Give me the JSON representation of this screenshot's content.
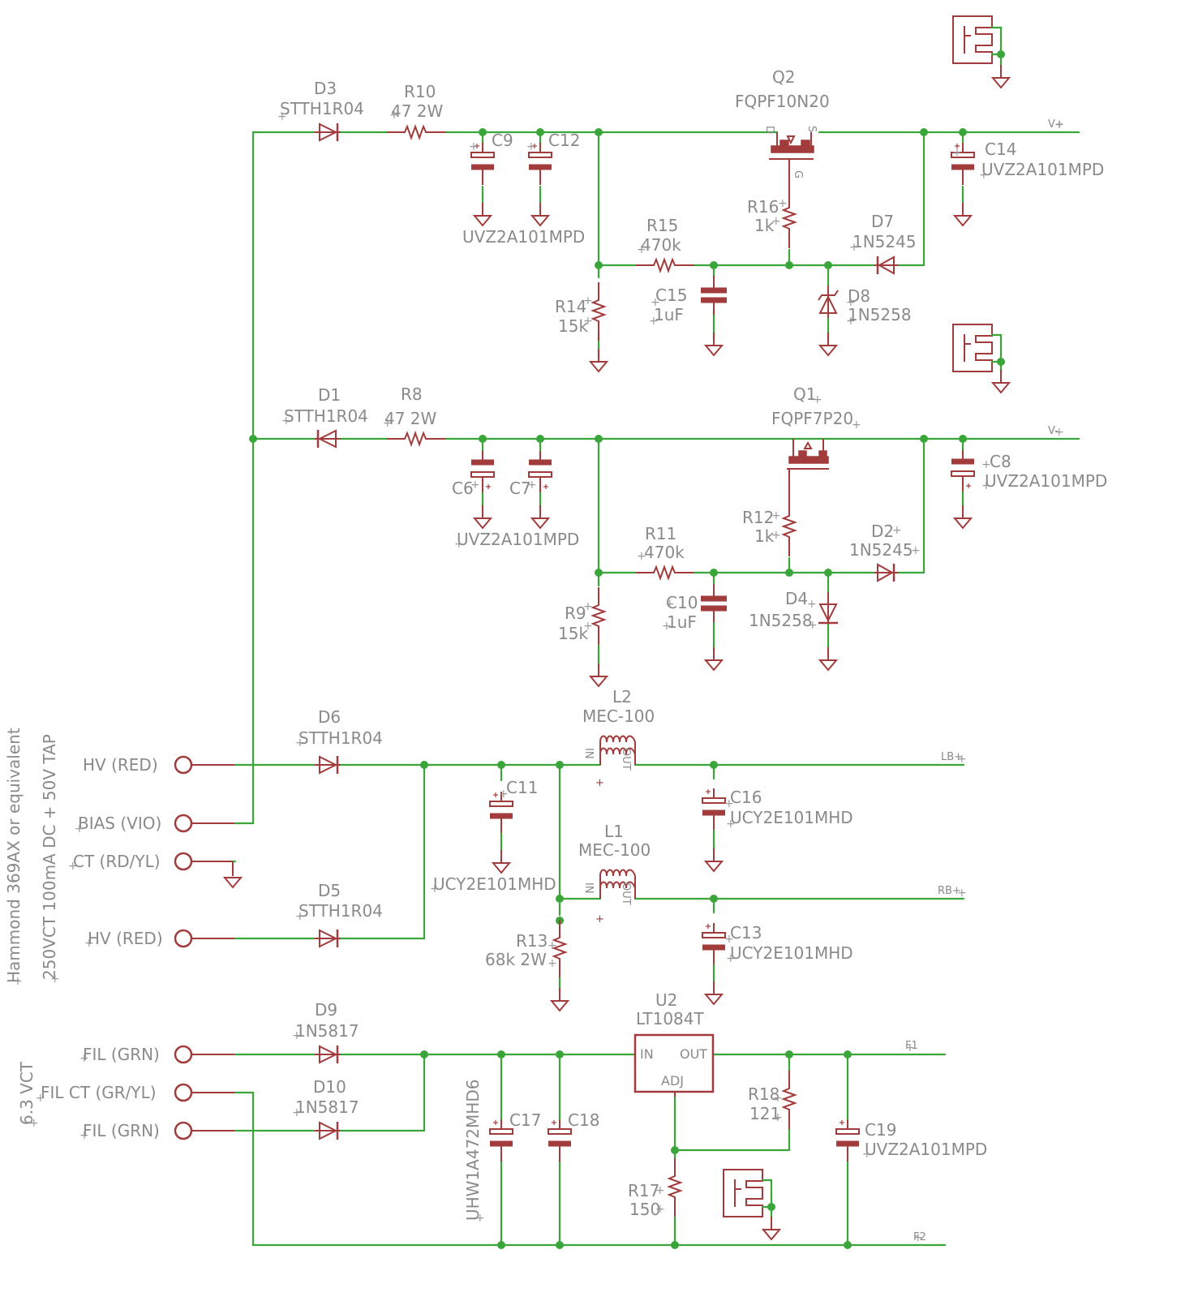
{
  "transformer": {
    "title": "Hammond 369AX or equivalent",
    "subtitle": "250VCT 100mA DC + 50V TAP",
    "fil_title": "6.3 VCT",
    "pins": {
      "hv1": "HV (RED)",
      "bias": "BIAS (VIO)",
      "ct": "CT (RD/YL)",
      "hv2": "HV (RED)",
      "fil1": "FIL (GRN)",
      "filct": "FIL CT (GR/YL)",
      "fil2": "FIL (GRN)"
    }
  },
  "nets": {
    "vplus": "V+",
    "vminus": "V-",
    "lbplus": "LB+",
    "rbplus": "RB+",
    "f1": "F1",
    "f2": "F2"
  },
  "parts": {
    "D3": {
      "ref": "D3",
      "value": "STTH1R04"
    },
    "R10": {
      "ref": "R10",
      "value": "47 2W"
    },
    "C9": {
      "ref": "C9"
    },
    "C12": {
      "ref": "C12"
    },
    "C9C12": {
      "value": "UVZ2A101MPD"
    },
    "Q2": {
      "ref": "Q2",
      "value": "FQPF10N20",
      "pin_d": "D",
      "pin_s": "S",
      "pin_g": "G"
    },
    "C14": {
      "ref": "C14",
      "value": "UVZ2A101MPD"
    },
    "R16": {
      "ref": "R16",
      "value": "1k"
    },
    "D7": {
      "ref": "D7",
      "value": "1N5245"
    },
    "R15": {
      "ref": "R15",
      "value": "470k"
    },
    "C15": {
      "ref": "C15",
      "value": "1uF"
    },
    "R14": {
      "ref": "R14",
      "value": "15k"
    },
    "D8": {
      "ref": "D8",
      "value": "1N5258"
    },
    "D1": {
      "ref": "D1",
      "value": "STTH1R04"
    },
    "R8": {
      "ref": "R8",
      "value": "47 2W"
    },
    "C6": {
      "ref": "C6"
    },
    "C7": {
      "ref": "C7"
    },
    "C6C7": {
      "value": "UVZ2A101MPD"
    },
    "Q1": {
      "ref": "Q1",
      "value": "FQPF7P20"
    },
    "C8": {
      "ref": "C8",
      "value": "UVZ2A101MPD"
    },
    "R12": {
      "ref": "R12",
      "value": "1k"
    },
    "D2": {
      "ref": "D2",
      "value": "1N5245"
    },
    "R11": {
      "ref": "R11",
      "value": "470k"
    },
    "C10": {
      "ref": "C10",
      "value": "1uF"
    },
    "R9": {
      "ref": "R9",
      "value": "15k"
    },
    "D4": {
      "ref": "D4",
      "value": "1N5258"
    },
    "D6": {
      "ref": "D6",
      "value": "STTH1R04"
    },
    "D5": {
      "ref": "D5",
      "value": "STTH1R04"
    },
    "L2": {
      "ref": "L2",
      "value": "MEC-100",
      "pin_in": "IN",
      "pin_out": "OUT"
    },
    "L1": {
      "ref": "L1",
      "value": "MEC-100",
      "pin_in": "IN",
      "pin_out": "OUT"
    },
    "C11": {
      "ref": "C11",
      "value": "UCY2E101MHD"
    },
    "C16": {
      "ref": "C16",
      "value": "UCY2E101MHD"
    },
    "C13": {
      "ref": "C13",
      "value": "UCY2E101MHD"
    },
    "R13": {
      "ref": "R13",
      "value": "68k 2W"
    },
    "D9": {
      "ref": "D9",
      "value": "1N5817"
    },
    "D10": {
      "ref": "D10",
      "value": "1N5817"
    },
    "C17": {
      "ref": "C17",
      "value": "UHW1A472MHD6"
    },
    "C18": {
      "ref": "C18"
    },
    "U2": {
      "ref": "U2",
      "value": "LT1084T",
      "pin_in": "IN",
      "pin_out": "OUT",
      "pin_adj": "ADJ"
    },
    "R18": {
      "ref": "R18",
      "value": "121"
    },
    "R17": {
      "ref": "R17",
      "value": "150"
    },
    "C19": {
      "ref": "C19",
      "value": "UVZ2A101MPD"
    }
  }
}
